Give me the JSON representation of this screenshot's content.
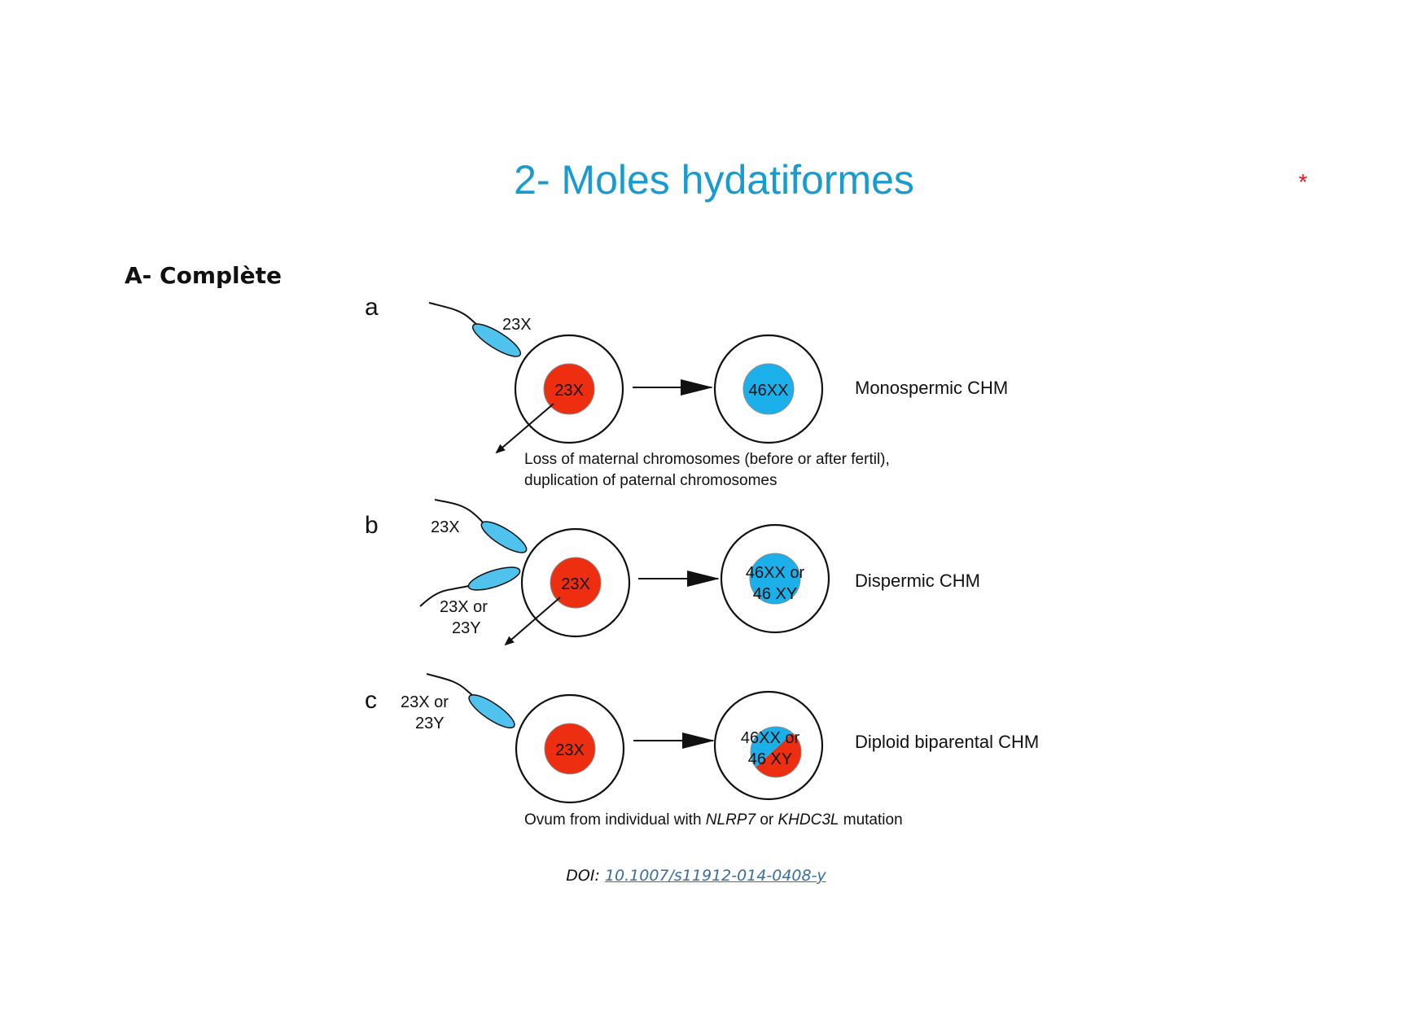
{
  "slide": {
    "title": "2- Moles hydatiformes",
    "marker": "*",
    "section": "A- Complète"
  },
  "figure": {
    "panels": [
      {
        "letter": "a",
        "sperm_labels": [
          "23X"
        ],
        "ovum_label": "23X",
        "result_lines": [
          "46XX"
        ],
        "result_type": "blue",
        "name": "Monospermic CHM",
        "note_lines": [
          "Loss of maternal chromosomes (before or after fertil),",
          "duplication of paternal chromosomes"
        ]
      },
      {
        "letter": "b",
        "sperm_labels": [
          "23X",
          "23X or",
          "23Y"
        ],
        "ovum_label": "23X",
        "result_lines": [
          "46XX or",
          "46 XY"
        ],
        "result_type": "blue",
        "name": "Dispermic CHM"
      },
      {
        "letter": "c",
        "sperm_labels": [
          "23X or",
          "23Y"
        ],
        "ovum_label": "23X",
        "result_lines": [
          "46XX or",
          "46 XY"
        ],
        "result_type": "split",
        "name": "Diploid biparental CHM",
        "note_parts": [
          "Ovum from individual with ",
          "NLRP7",
          " or ",
          "KHDC3L",
          " mutation"
        ]
      }
    ],
    "colors": {
      "sperm": "#4fc3ee",
      "ovum_nucleus": "#ee2e10",
      "zygote_nucleus": "#1bb0ea"
    }
  },
  "citation": {
    "prefix": "DOI: ",
    "doi": "10.1007/s11912-014-0408-y"
  }
}
